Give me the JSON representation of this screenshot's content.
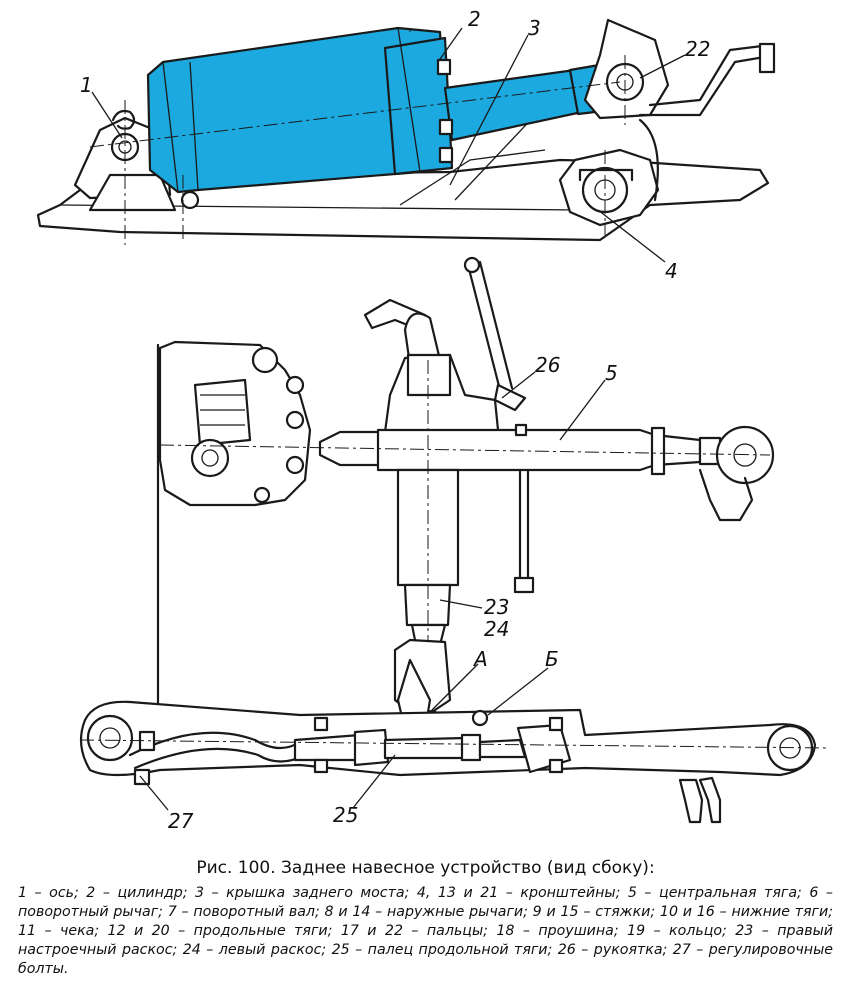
{
  "caption": {
    "title": "Рис. 100. Заднее навесное устройство (вид сбоку):",
    "legend": "1 – ось; 2 – цилиндр; 3 – крышка заднего моста; 4, 13 и 21 – кронштейны; 5 – центральная тяга; 6 – поворотный рычаг; 7 – поворотный вал; 8 и 14 – наружные рычаги; 9 и 15 – стяжки; 10 и 16 – нижние тяги; 11 – чека; 12 и 20 – продольные тяги; 17 и 22 – пальцы; 18 – проушина; 19 – кольцо; 23 – правый настроечный раскос; 24 – левый раскос; 25 – палец продольной тяги; 26 – рукоятка; 27 – регулировочные болты."
  },
  "labels": {
    "l1": "1",
    "l2": "2",
    "l3": "3",
    "l22": "22",
    "l4": "4",
    "l26": "26",
    "l5": "5",
    "l23": "23",
    "l24": "24",
    "lA": "А",
    "lB": "Б",
    "l25": "25",
    "l27": "27"
  },
  "colors": {
    "cylinder": "#1ba9e0",
    "ink": "#1a1a1a"
  }
}
